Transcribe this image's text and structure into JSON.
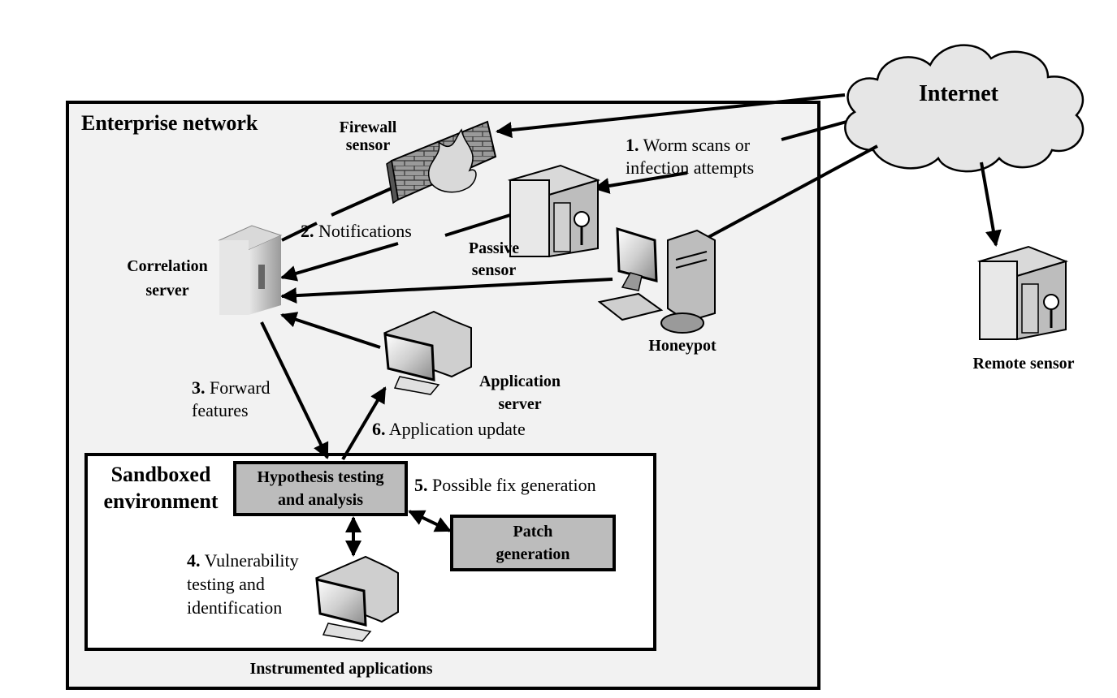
{
  "enterprise": {
    "title": "Enterprise network"
  },
  "cloud": {
    "label": "Internet"
  },
  "nodes": {
    "firewall": {
      "line1": "Firewall",
      "line2": "sensor"
    },
    "passive": {
      "line1": "Passive",
      "line2": "sensor"
    },
    "correlation": {
      "line1": "Correlation",
      "line2": "server"
    },
    "honeypot": {
      "label": "Honeypot"
    },
    "appserver": {
      "line1": "Application",
      "line2": "server"
    },
    "remote": {
      "label": "Remote sensor"
    }
  },
  "sandbox": {
    "title_line1": "Sandboxed",
    "title_line2": "environment",
    "footer": "Instrumented applications",
    "hypothesis": {
      "line1": "Hypothesis testing",
      "line2": "and analysis"
    },
    "patch": {
      "line1": "Patch",
      "line2": "generation"
    }
  },
  "steps": [
    {
      "num": "1.",
      "line1": "Worm scans or",
      "line2": "infection attempts"
    },
    {
      "num": "2.",
      "line1": "Notifications"
    },
    {
      "num": "3.",
      "line1": "Forward",
      "line2": "features"
    },
    {
      "num": "4.",
      "line1": "Vulnerability",
      "line2": "testing and",
      "line3": "identification"
    },
    {
      "num": "5.",
      "line1": "Possible fix generation"
    },
    {
      "num": "6.",
      "line1": "Application update"
    }
  ],
  "colors": {
    "enterprise_fill": "#f2f2f2",
    "box_fill": "#bcbcbc",
    "cloud_fill": "#e6e6e6"
  }
}
